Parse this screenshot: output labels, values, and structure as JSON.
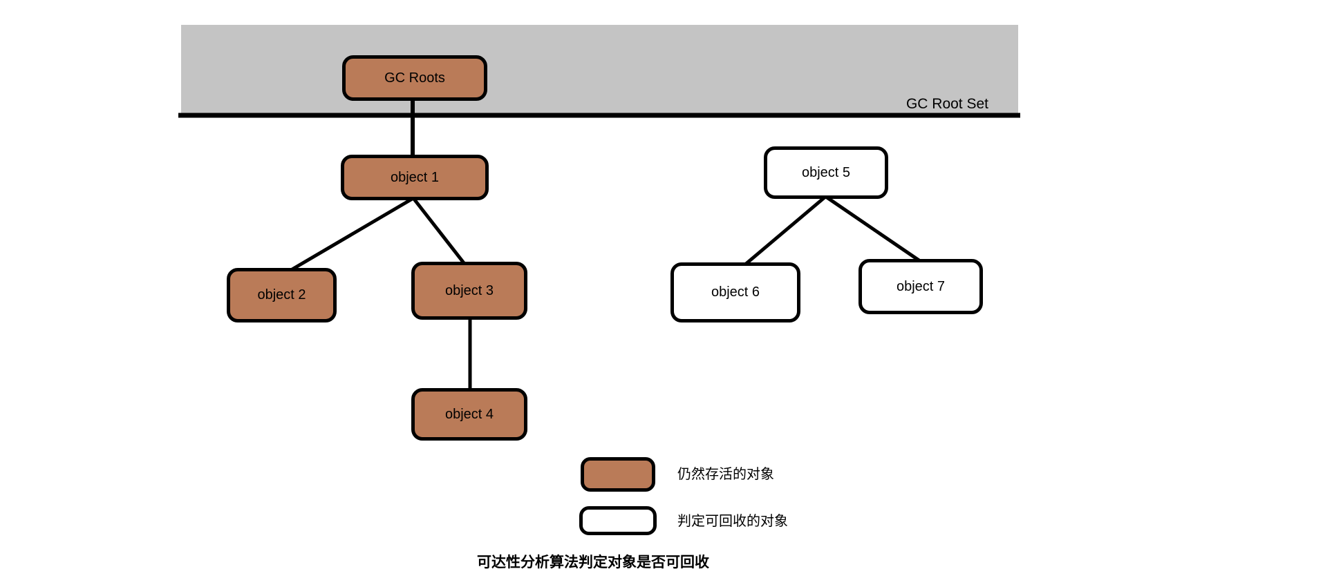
{
  "diagram": {
    "band_label": "GC Root Set",
    "nodes": {
      "gc_roots": {
        "label": "GC Roots",
        "status": "alive"
      },
      "object1": {
        "label": "object 1",
        "status": "alive"
      },
      "object2": {
        "label": "object 2",
        "status": "alive"
      },
      "object3": {
        "label": "object 3",
        "status": "alive"
      },
      "object4": {
        "label": "object 4",
        "status": "alive"
      },
      "object5": {
        "label": "object 5",
        "status": "recyclable"
      },
      "object6": {
        "label": "object 6",
        "status": "recyclable"
      },
      "object7": {
        "label": "object 7",
        "status": "recyclable"
      }
    },
    "colors": {
      "alive_fill": "#BA7B58",
      "recyclable_fill": "#FFFFFF",
      "band_fill": "#C4C4C4",
      "edge_color": "#000000"
    }
  },
  "legend": {
    "items": [
      {
        "swatch": "alive",
        "label": "仍然存活的对象"
      },
      {
        "swatch": "recyclable",
        "label": "判定可回收的对象"
      }
    ]
  },
  "caption": "可达性分析算法判定对象是否可回收"
}
